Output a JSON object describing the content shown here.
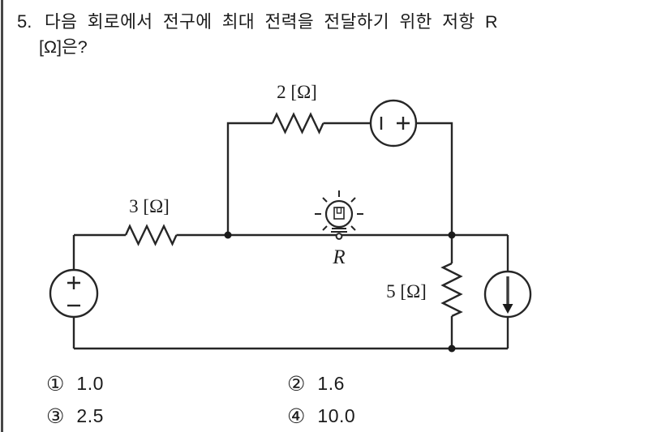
{
  "page": {
    "background": "#ffffff",
    "border_color": "#474747",
    "ink_color": "#1b1b1b"
  },
  "question": {
    "number": "5.",
    "text_line1": "다음 회로에서 전구에 최대 전력을 전달하기 위한 저항 R",
    "text_line2": "[Ω]은?"
  },
  "circuit": {
    "top_resistor_label": "2 [Ω]",
    "left_resistor_label": "3 [Ω]",
    "right_resistor_label": "5 [Ω]",
    "bulb_label": "R"
  },
  "options": [
    {
      "marker": "①",
      "value": "1.0"
    },
    {
      "marker": "②",
      "value": "1.6"
    },
    {
      "marker": "③",
      "value": "2.5"
    },
    {
      "marker": "④",
      "value": "10.0"
    }
  ]
}
